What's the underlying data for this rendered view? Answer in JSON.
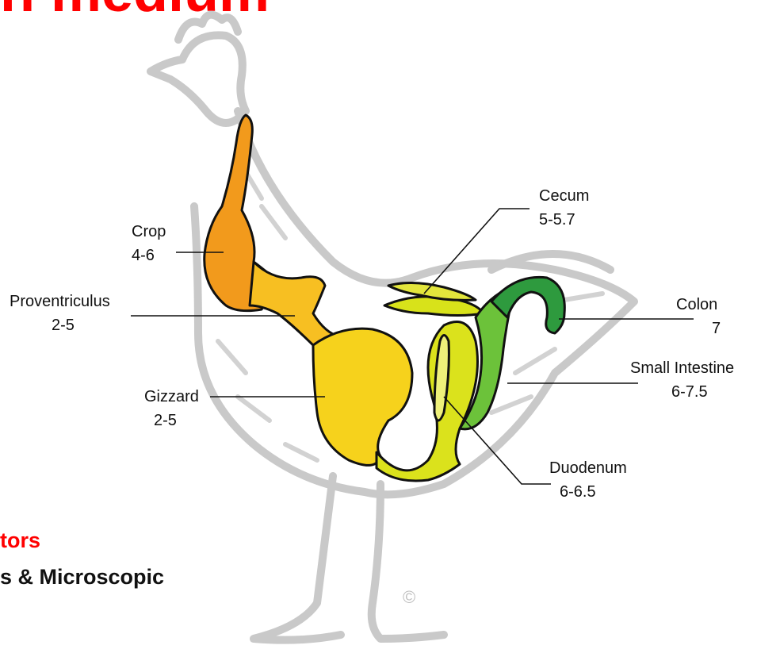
{
  "title_fragment": "n medium",
  "footer": {
    "line1": "tors",
    "line2": "s & Microscopic"
  },
  "copyright": "©",
  "labels": {
    "crop": {
      "name": "Crop",
      "value": "4-6"
    },
    "proventriculus": {
      "name": "Proventriculus",
      "value": "2-5"
    },
    "gizzard": {
      "name": "Gizzard",
      "value": "2-5"
    },
    "cecum": {
      "name": "Cecum",
      "value": "5-5.7"
    },
    "colon": {
      "name": "Colon",
      "value": "7"
    },
    "small_intestine": {
      "name": "Small Intestine",
      "value": "6-7.5"
    },
    "duodenum": {
      "name": "Duodenum",
      "value": "6-6.5"
    }
  },
  "colors": {
    "title": "#ff0000",
    "bird_silhouette": "#c8c8c8",
    "crop": "#f29a1c",
    "proventriculus": "#f7bf22",
    "gizzard": "#f6d21c",
    "duodenum": "#d9e21a",
    "cecum": "#d8e21a",
    "small_intestine": "#5cbf3a",
    "colon": "#2e9a3e"
  }
}
